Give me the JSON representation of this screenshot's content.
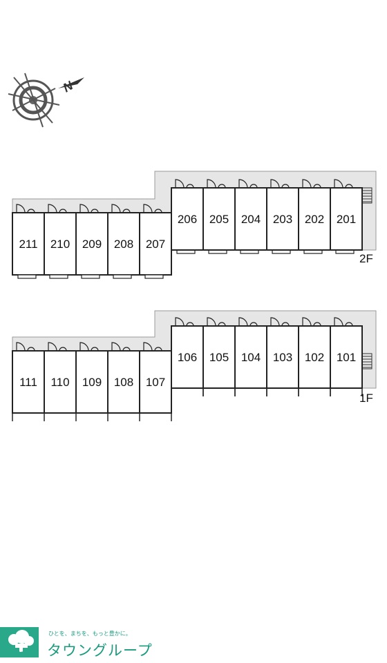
{
  "diagram": {
    "compass_label": "N",
    "floors": [
      {
        "label": "2F",
        "units": [
          "211",
          "210",
          "209",
          "208",
          "207",
          "206",
          "205",
          "204",
          "203",
          "202",
          "201"
        ]
      },
      {
        "label": "1F",
        "units": [
          "111",
          "110",
          "109",
          "108",
          "107",
          "106",
          "105",
          "104",
          "103",
          "102",
          "101"
        ]
      }
    ]
  },
  "footer": {
    "slogan": "ひとを、まちを、もっと豊かに。",
    "company": "タウングループ",
    "logo_caption": "TOWN GROUP"
  },
  "colors": {
    "line": "#222222",
    "corridor": "#e6e6e6",
    "brand_green": "#2aa88a",
    "brand_text": "#1a9b80"
  }
}
